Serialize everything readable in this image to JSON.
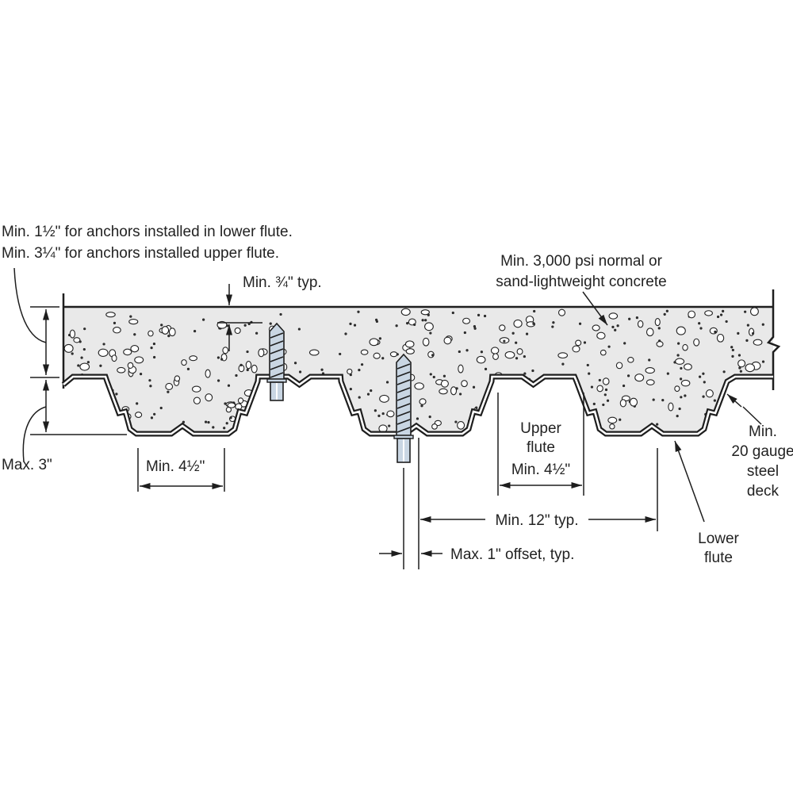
{
  "labels": {
    "depth_note_line1": "Min. 1½\" for anchors installed in lower flute.",
    "depth_note_line2": "Min. 3¼\" for anchors installed upper flute.",
    "cover": "Min. ¾\" typ.",
    "concrete_line1": "Min. 3,000 psi normal or",
    "concrete_line2": "sand-lightweight concrete",
    "max_deck_height": "Max. 3\"",
    "lower_flute_width": "Min. 4½\"",
    "upper_flute_line1": "Upper",
    "upper_flute_line2": "flute",
    "upper_flute_width": "Min. 4½\"",
    "spacing": "Min. 12\" typ.",
    "offset": "Max. 1\" offset, typ.",
    "deck_line1": "Min.",
    "deck_line2": "20 gauge",
    "deck_line3": "steel",
    "deck_line4": "deck",
    "lower_flute_line1": "Lower",
    "lower_flute_line2": "flute"
  },
  "colors": {
    "concrete": "#e9e9e9",
    "line": "#1e1e1e",
    "anchor": "#c9d6e3"
  }
}
